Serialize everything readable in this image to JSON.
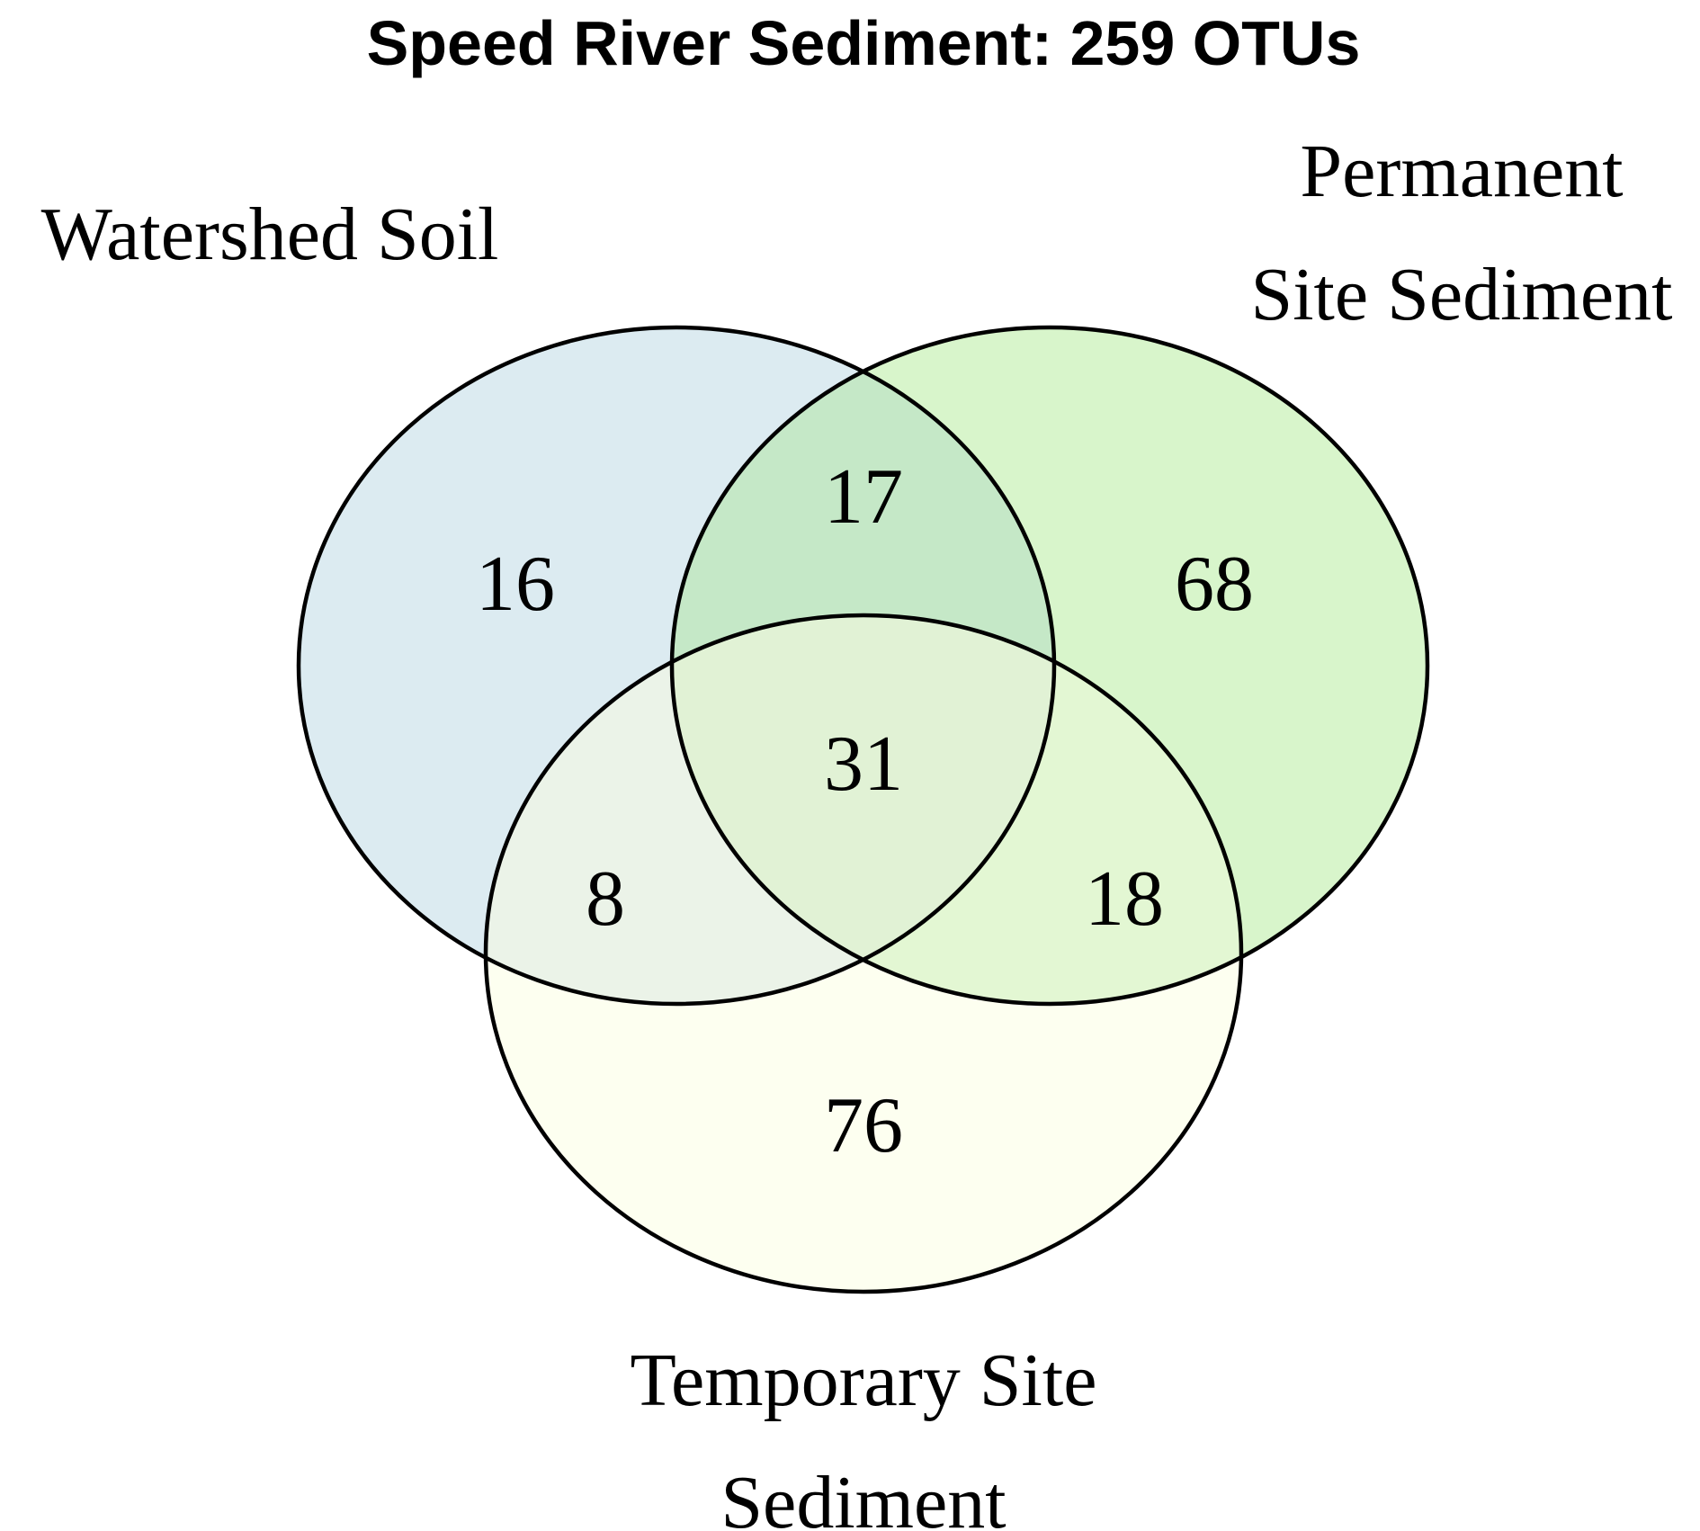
{
  "title": "Speed River Sediment: 259 OTUs",
  "sets": {
    "watershed_soil": {
      "label_lines": [
        "Watershed Soil"
      ],
      "color": "#dcebf1"
    },
    "permanent_site_sediment": {
      "label_lines": [
        "Permanent",
        "Site Sediment"
      ],
      "color": "#d8f5cb"
    },
    "temporary_site_sediment": {
      "label_lines": [
        "Temporary Site",
        "Sediment"
      ],
      "color": "#fdfff0"
    }
  },
  "regions": {
    "watershed_only": "16",
    "permanent_only": "68",
    "temporary_only": "76",
    "watershed_permanent": "17",
    "watershed_temporary": "8",
    "permanent_temporary": "18",
    "all_three": "31"
  },
  "region_colors": {
    "watershed_permanent": "#c5e8c7",
    "watershed_temporary": "#ebf3e8",
    "permanent_temporary": "#e3f7d3",
    "all_three": "#e1f2d5"
  }
}
